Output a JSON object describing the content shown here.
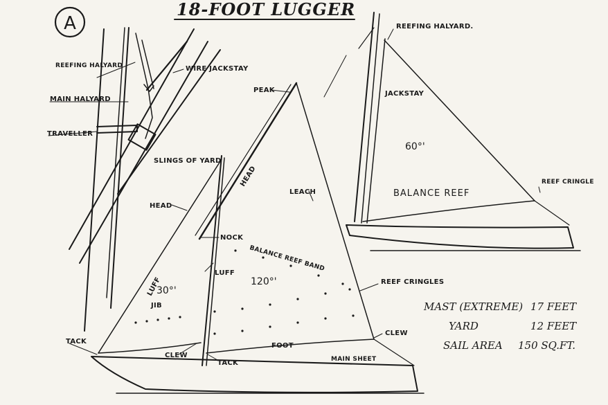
{
  "badge": "A",
  "title": "18-FOOT LUGGER",
  "labels": {
    "reefing_halyard": "REEFING HALYARD",
    "reefing_halyard_top": "REEFING HALYARD.",
    "wire_jackstay": "WIRE JACKSTAY",
    "main_halyard": "MAIN HALYARD",
    "traveller": "TRAVELLER",
    "slings_of_yard": "SLINGS OF YARD",
    "peak": "PEAK",
    "head": "HEAD",
    "head_yard": "HEAD",
    "leach": "LEACH",
    "jackstay": "JACKSTAY",
    "reef_cringle": "REEF CRINGLE",
    "balance_reef": "BALANCE REEF",
    "nock": "NOCK",
    "balance_reef_band": "BALANCE REEF BAND",
    "luff_main": "LUFF",
    "luff_jib": "LUFF",
    "jib": "JIB",
    "reef_cringles": "REEF CRINGLES",
    "tack_jib": "TACK",
    "clew_jib": "CLEW",
    "tack_main": "TACK",
    "foot": "FOOT",
    "main_sheet": "MAIN SHEET",
    "clew_main": "CLEW"
  },
  "areas": {
    "jib": "30°'",
    "main": "120°'",
    "reefed": "60°'"
  },
  "specs": [
    {
      "name": "MAST (EXTREME)",
      "value": "17 FEET"
    },
    {
      "name": "YARD",
      "value": "12 FEET"
    },
    {
      "name": "SAIL AREA",
      "value": "150 SQ.FT."
    }
  ]
}
